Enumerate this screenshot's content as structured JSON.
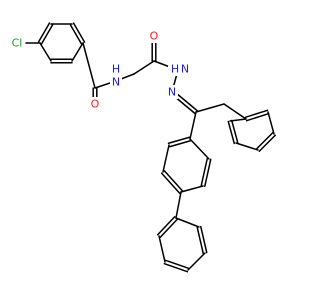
{
  "molecule": {
    "atom_labels": {
      "chlorine": "Cl",
      "amide_nitrogen": "N",
      "amide_nitrogen_h": "H",
      "amide_oxygen": "O",
      "carbonyl_oxygen": "O",
      "hydrazide_nh_h": "H",
      "hydrazide_nitrogen": "N",
      "imine_nitrogen": "N"
    },
    "colors": {
      "bond": "#000000",
      "chlorine": "#1f9d1f",
      "nitrogen": "#1a1aff",
      "oxygen": "#ff1a1a"
    }
  }
}
